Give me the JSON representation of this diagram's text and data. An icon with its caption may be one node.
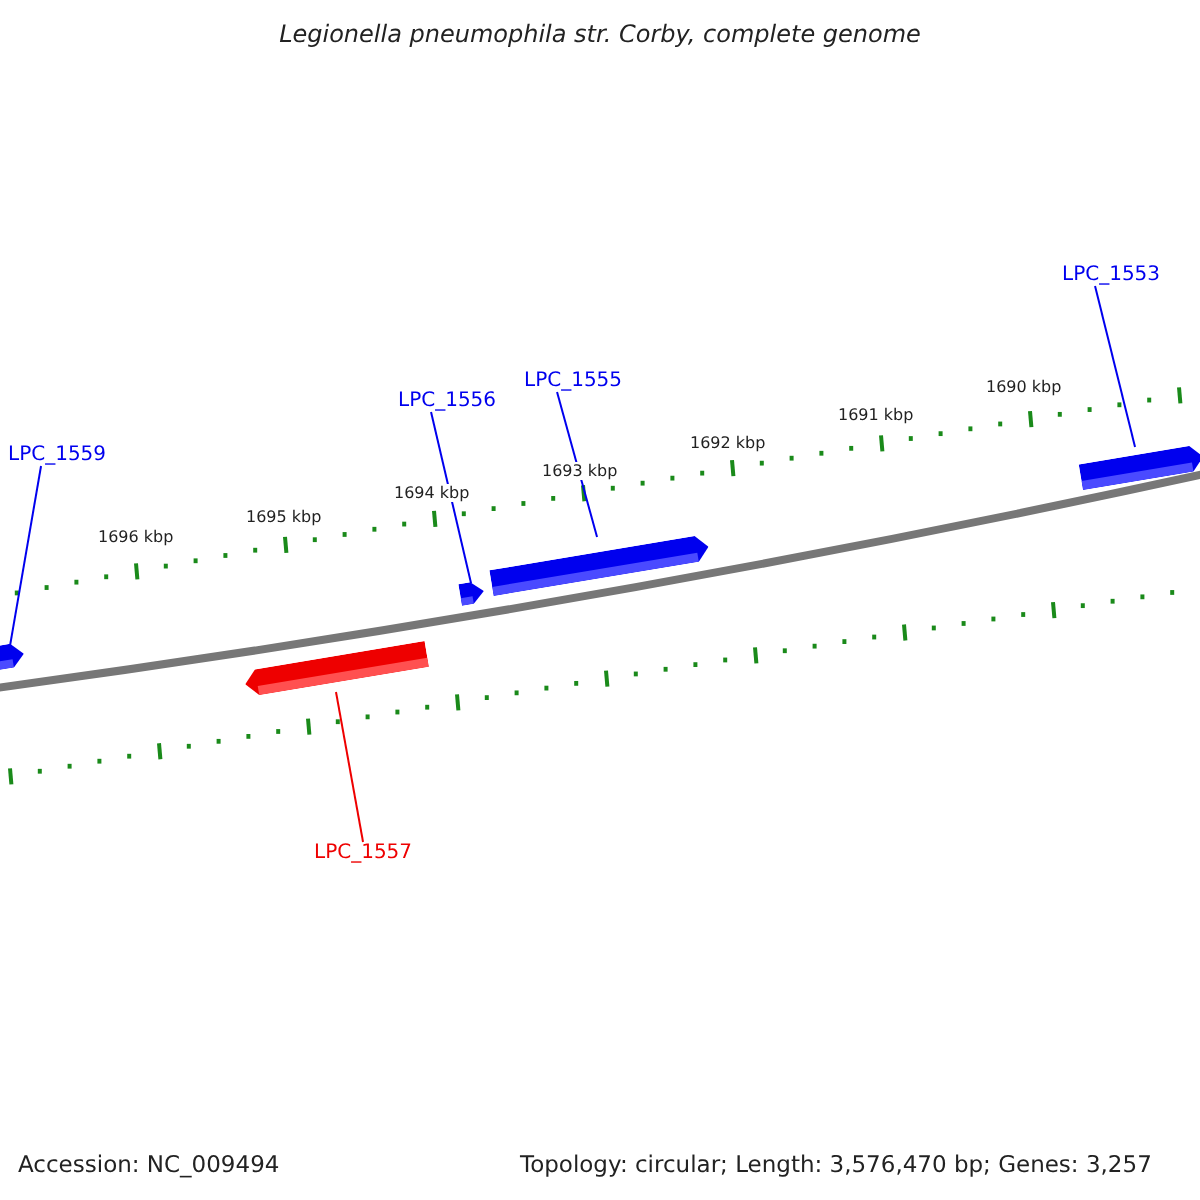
{
  "diagram": {
    "title": "Legionella pneumophila str. Corby, complete genome",
    "nodes": [
      {
        "text": [
          "LPC_1553"
        ]
      },
      {
        "text": [
          "LPC_1555"
        ]
      },
      {
        "text": [
          "LPC_1556"
        ]
      },
      {
        "text": [
          "LPC_1559"
        ]
      },
      {
        "text": [
          "LPC_1557"
        ]
      },
      {
        "text": [],
        "shape": "bar"
      },
      {
        "text": [],
        "shape": "bar"
      },
      {
        "text": [],
        "shape": "bar"
      },
      {
        "text": [],
        "shape": "bar"
      },
      {
        "text": [],
        "shape": "bar"
      }
    ],
    "edges": [
      {
        "from": 0,
        "to": 5,
        "arrow": "none"
      },
      {
        "from": 1,
        "to": 6,
        "arrow": "none"
      },
      {
        "from": 2,
        "to": 7,
        "arrow": "none"
      },
      {
        "from": 3,
        "to": 8,
        "arrow": "none"
      },
      {
        "from": 4,
        "to": 9,
        "arrow": "none",
        "color": "#ee0000"
      }
    ],
    "labels": [
      "1690 kbp",
      "1691 kbp",
      "1692 kbp",
      "1693 kbp",
      "1694 kbp",
      "1695 kbp",
      "1696 kbp",
      "Accession: NC_009494",
      "Topology: circular; Length: 3,576,470 bp; Genes: 3,257"
    ]
  }
}
